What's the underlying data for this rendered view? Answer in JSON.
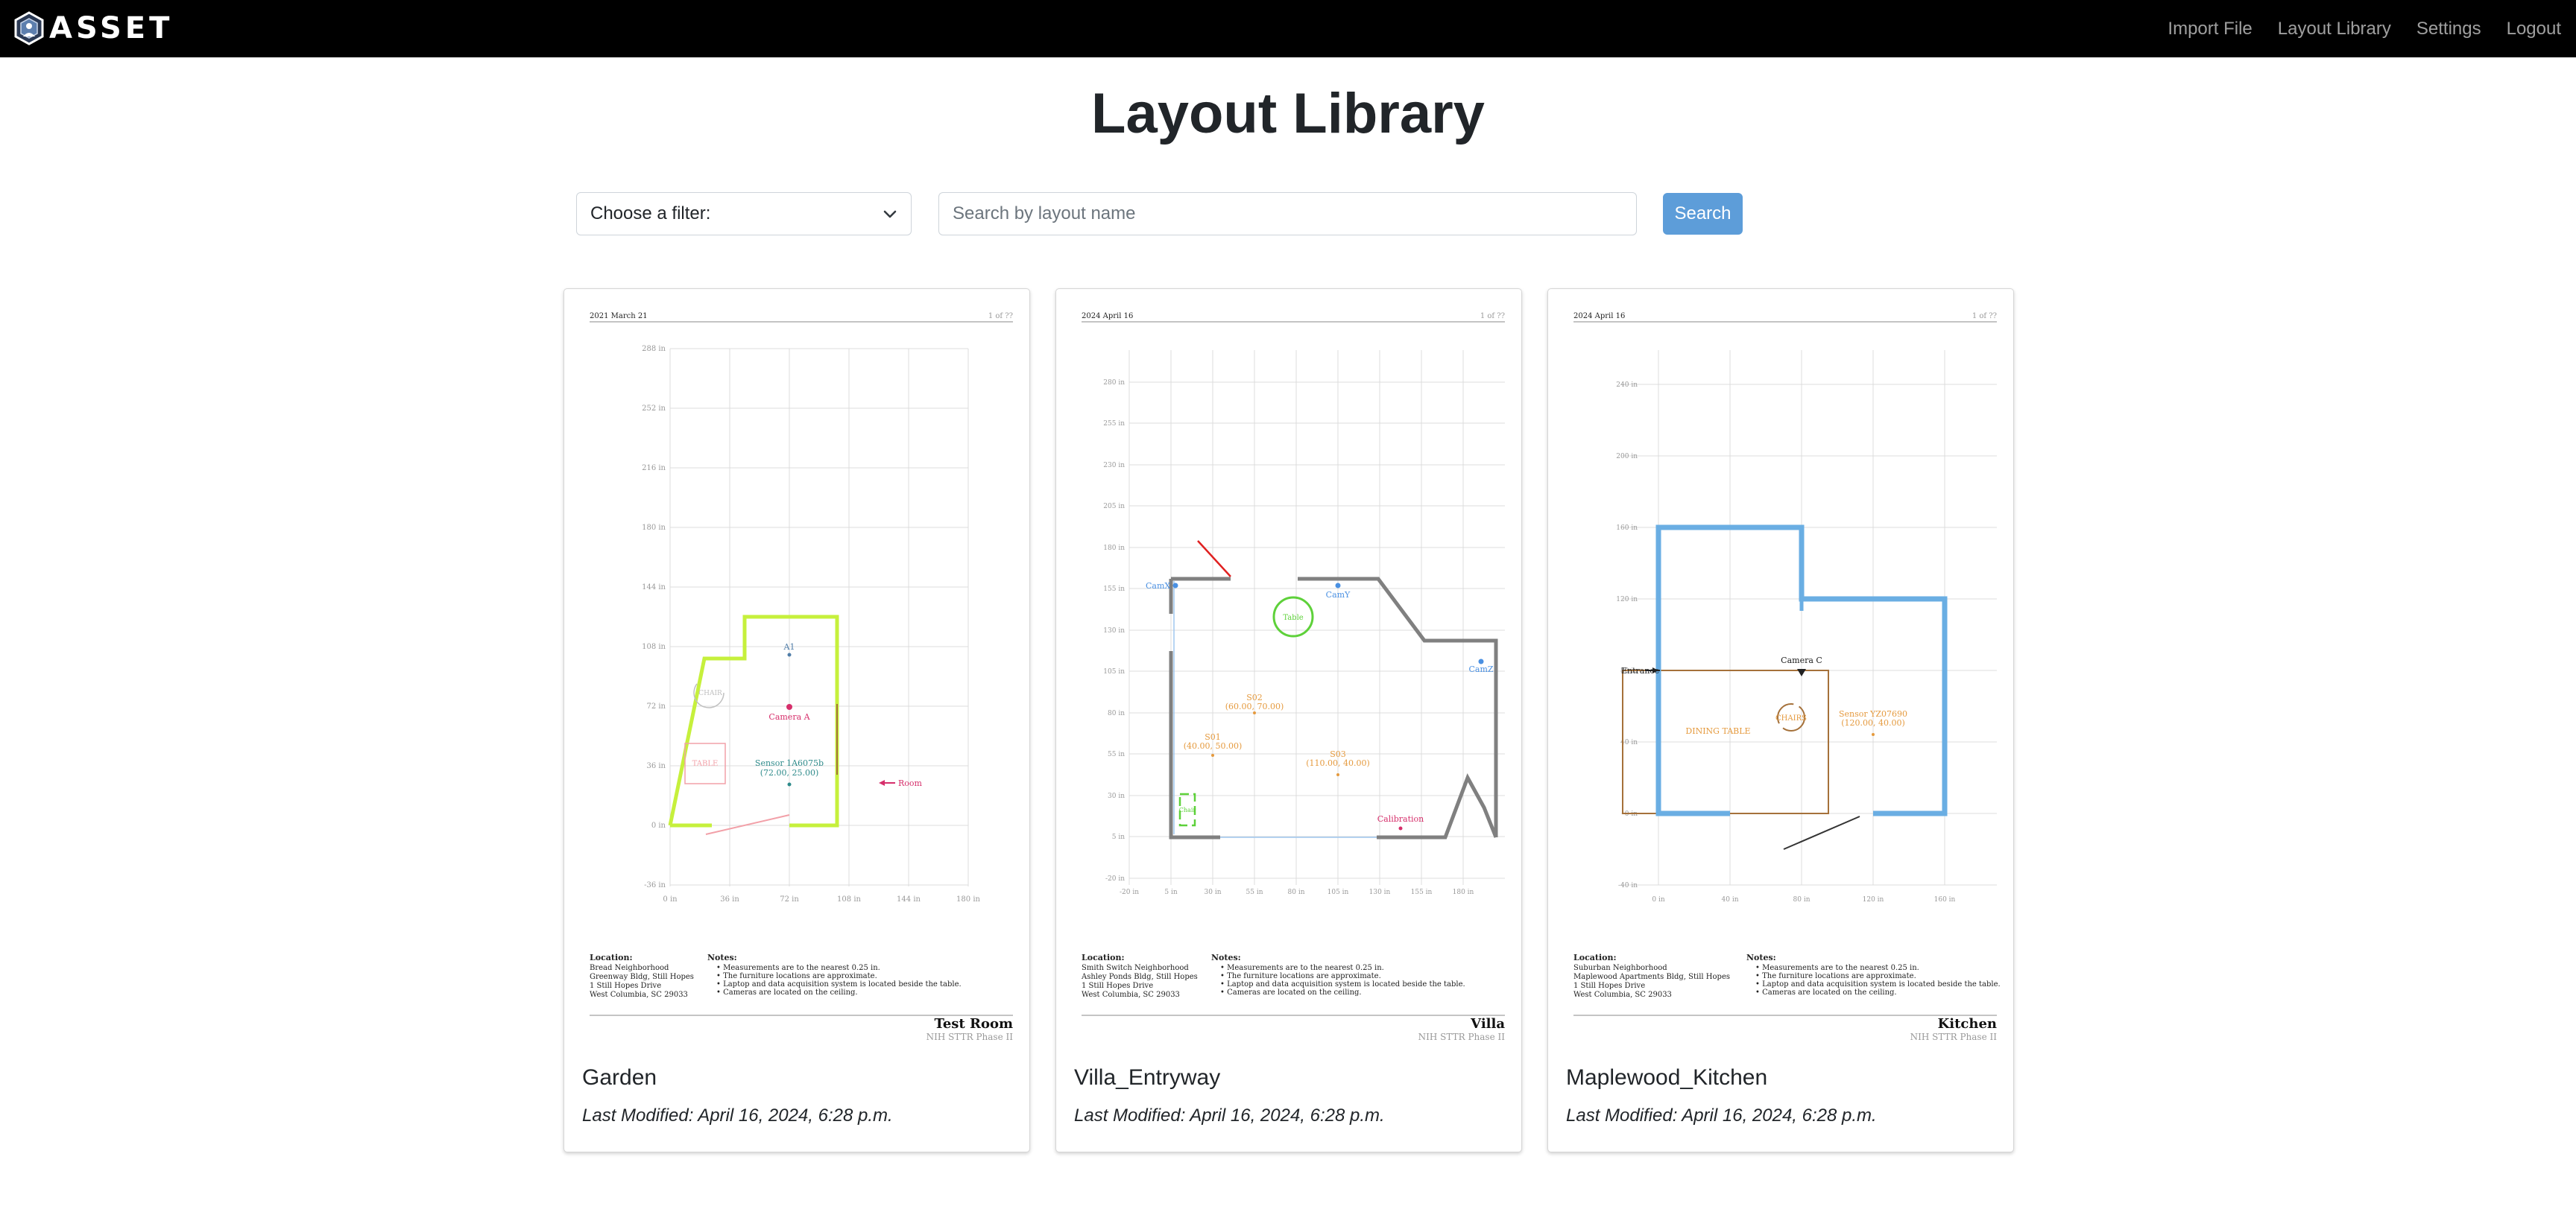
{
  "app": {
    "brand": "ASSET",
    "nav": [
      {
        "label": "Import File"
      },
      {
        "label": "Layout Library"
      },
      {
        "label": "Settings"
      },
      {
        "label": "Logout"
      }
    ]
  },
  "page": {
    "title": "Layout Library"
  },
  "filters": {
    "select_value": "Choose a filter:",
    "search_placeholder": "Search by layout name",
    "search_value": "",
    "search_label": "Search"
  },
  "colors": {
    "nav_bg": "#000000",
    "search_button": "#5d9dd9",
    "wall_green": "#c6f03c",
    "wall_blue": "#6aaee3",
    "wall_grey": "#808080",
    "sensor_orange": "#e59a3e",
    "camera_pink": "#d62f6b",
    "table_brown": "#a5713a"
  },
  "cards": [
    {
      "name": "Garden",
      "modified": "Last Modified: April 16, 2024, 6:28 p.m.",
      "preview": {
        "date": "2021 March 21",
        "page": "1 of ??",
        "room": "Test Room",
        "project": "NIH STTR Phase II",
        "location_heading": "Location:",
        "location_lines": [
          "Bread Neighborhood",
          "Greenway Bldg, Still Hopes",
          "1 Still Hopes Drive",
          "West Columbia, SC 29033"
        ],
        "y_ticks": [
          "288 in",
          "252 in",
          "216 in",
          "180 in",
          "144 in",
          "108 in",
          "72 in",
          "36 in",
          "0 in",
          "-36 in"
        ],
        "x_ticks": [
          "0 in",
          "36 in",
          "72 in",
          "108 in",
          "144 in",
          "180 in"
        ],
        "labels": {
          "a1": "A1",
          "camera": "Camera A",
          "sensor_name": "Sensor 1A6075b",
          "sensor_pos": "(72.00, 25.00)",
          "room": "Room",
          "table": "TABLE",
          "chair": "CHAIR"
        }
      }
    },
    {
      "name": "Villa_Entryway",
      "modified": "Last Modified: April 16, 2024, 6:28 p.m.",
      "preview": {
        "date": "2024 April 16",
        "page": "1 of ??",
        "room": "Villa",
        "project": "NIH STTR Phase II",
        "location_heading": "Location:",
        "location_lines": [
          "Smith Switch Neighborhood",
          "Ashley Ponds Bldg, Still Hopes",
          "1 Still Hopes Drive",
          "West Columbia, SC 29033"
        ],
        "y_ticks": [
          "280 in",
          "255 in",
          "230 in",
          "205 in",
          "180 in",
          "155 in",
          "130 in",
          "105 in",
          "80 in",
          "55 in",
          "30 in",
          "5 in",
          "-20 in"
        ],
        "x_ticks": [
          "-20 in",
          "5 in",
          "30 in",
          "55 in",
          "80 in",
          "105 in",
          "130 in",
          "155 in",
          "180 in"
        ],
        "labels": {
          "cam_x": "CamX",
          "cam_y": "CamY",
          "cam_z": "CamZ",
          "circle": "Table",
          "s02": "S02",
          "s02_pos": "(60.00, 70.00)",
          "s01": "S01",
          "s01_pos": "(40.00, 50.00)",
          "s03": "S03",
          "s03_pos": "(110.00, 40.00)",
          "calibration": "Calibration",
          "chair": "Chair"
        }
      }
    },
    {
      "name": "Maplewood_Kitchen",
      "modified": "Last Modified: April 16, 2024, 6:28 p.m.",
      "preview": {
        "date": "2024 April 16",
        "page": "1 of ??",
        "room": "Kitchen",
        "project": "NIH STTR Phase II",
        "location_heading": "Location:",
        "location_lines": [
          "Suburban Neighborhood",
          "Maplewood Apartments Bldg, Still Hopes",
          "1 Still Hopes Drive",
          "West Columbia, SC 29033"
        ],
        "y_ticks": [
          "240 in",
          "200 in",
          "160 in",
          "120 in",
          "80 in",
          "40 in",
          "0 in",
          "-40 in"
        ],
        "x_ticks": [
          "0 in",
          "40 in",
          "80 in",
          "120 in",
          "160 in"
        ],
        "labels": {
          "entrance": "Entrance",
          "camera": "Camera C",
          "chairs": "CHAIRS",
          "table": "DINING TABLE",
          "sensor_name": "Sensor YZ07690",
          "sensor_pos": "(120.00, 40.00)"
        }
      }
    }
  ],
  "notes": {
    "heading": "Notes:",
    "items": [
      "Measurements are to the nearest 0.25 in.",
      "The furniture locations are approximate.",
      "Laptop and data acquisition system is located beside the table.",
      "Cameras are located on the ceiling."
    ]
  }
}
